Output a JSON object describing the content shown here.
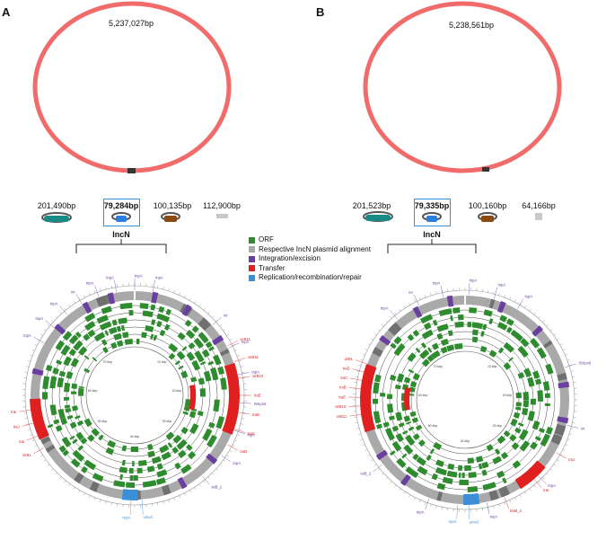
{
  "panels": [
    {
      "letter": "A",
      "chromosome_size": "5,237,027bp",
      "plasmids": [
        {
          "size": "201,490bp",
          "icon": "teal-plasmid-icon",
          "highlighted": false
        },
        {
          "size": "79,284bp",
          "icon": "blue-plasmid-icon",
          "highlighted": true
        },
        {
          "size": "100,135bp",
          "icon": "brown-plasmid-icon",
          "highlighted": false
        },
        {
          "size": "112,900bp",
          "icon": "grey-contig-icon",
          "highlighted": false
        }
      ],
      "bracket_label": "IncN",
      "kbp_ticks": [
        "70 kbp",
        "10 kbp",
        "60 kbp",
        "20 kbp",
        "50 kbp",
        "30 kbp",
        "40 kbp"
      ],
      "genes_purple": [
        "tnpA",
        "tnpA",
        "tnpA",
        "int",
        "tnpA",
        "tnpA",
        "tnpA",
        "tnpA",
        "int",
        "tnpA",
        "tnpA",
        "ISKpn6",
        "tnpA",
        "tnpA",
        "istB_2"
      ],
      "genes_red": [
        "virB11",
        "virB11",
        "virB10",
        "traE",
        "traB",
        "traC",
        "traD",
        "virB1",
        "traI",
        "traJ",
        "traI"
      ],
      "genes_blue": [
        "umuC",
        "repA"
      ]
    },
    {
      "letter": "B",
      "chromosome_size": "5,238,561bp",
      "plasmids": [
        {
          "size": "201,523bp",
          "icon": "teal-plasmid-icon",
          "highlighted": false
        },
        {
          "size": "79,335bp",
          "icon": "blue-plasmid-icon",
          "highlighted": true
        },
        {
          "size": "100,160bp",
          "icon": "brown-plasmid-icon",
          "highlighted": false
        },
        {
          "size": "64,166bp",
          "icon": "grey-contig-icon",
          "highlighted": false
        }
      ],
      "bracket_label": "IncN",
      "kbp_ticks": [
        "70 kbp",
        "10 kbp",
        "60 kbp",
        "20 kbp",
        "50 kbp",
        "30 kbp",
        "40 kbp"
      ],
      "genes_purple": [
        "tnpA",
        "int",
        "tnpA",
        "tnpA",
        "tnpA",
        "tnpA",
        "ISKpn6",
        "int",
        "tnpA",
        "tnpA",
        "tnpA",
        "istB_2"
      ],
      "genes_red": [
        "virB11",
        "virB10",
        "traE",
        "traB",
        "traC",
        "traD",
        "virB1",
        "traJ",
        "traI",
        "traM_2"
      ],
      "genes_blue": [
        "umuC",
        "repA"
      ]
    }
  ],
  "legend": [
    {
      "label": "ORF",
      "color": "#2e8b2e"
    },
    {
      "label": "Respective IncN plasmid alignment",
      "color": "#a9a9a9"
    },
    {
      "label": "Integration/excision",
      "color": "#6b3fa0"
    },
    {
      "label": "Transfer",
      "color": "#e02020"
    },
    {
      "label": "Replication/recombination/repair",
      "color": "#3a8fd6"
    }
  ],
  "colors": {
    "chromosome": "#f26b6b",
    "orf": "#2e8b2e",
    "alignment": "#a9a9a9",
    "integration": "#6b3fa0",
    "transfer": "#e02020",
    "replication": "#3a8fd6",
    "teal": "#1a8a86",
    "brown": "#8b4a0f",
    "grey": "#c8c8c8",
    "highlight_box": "#3a8fd6"
  }
}
